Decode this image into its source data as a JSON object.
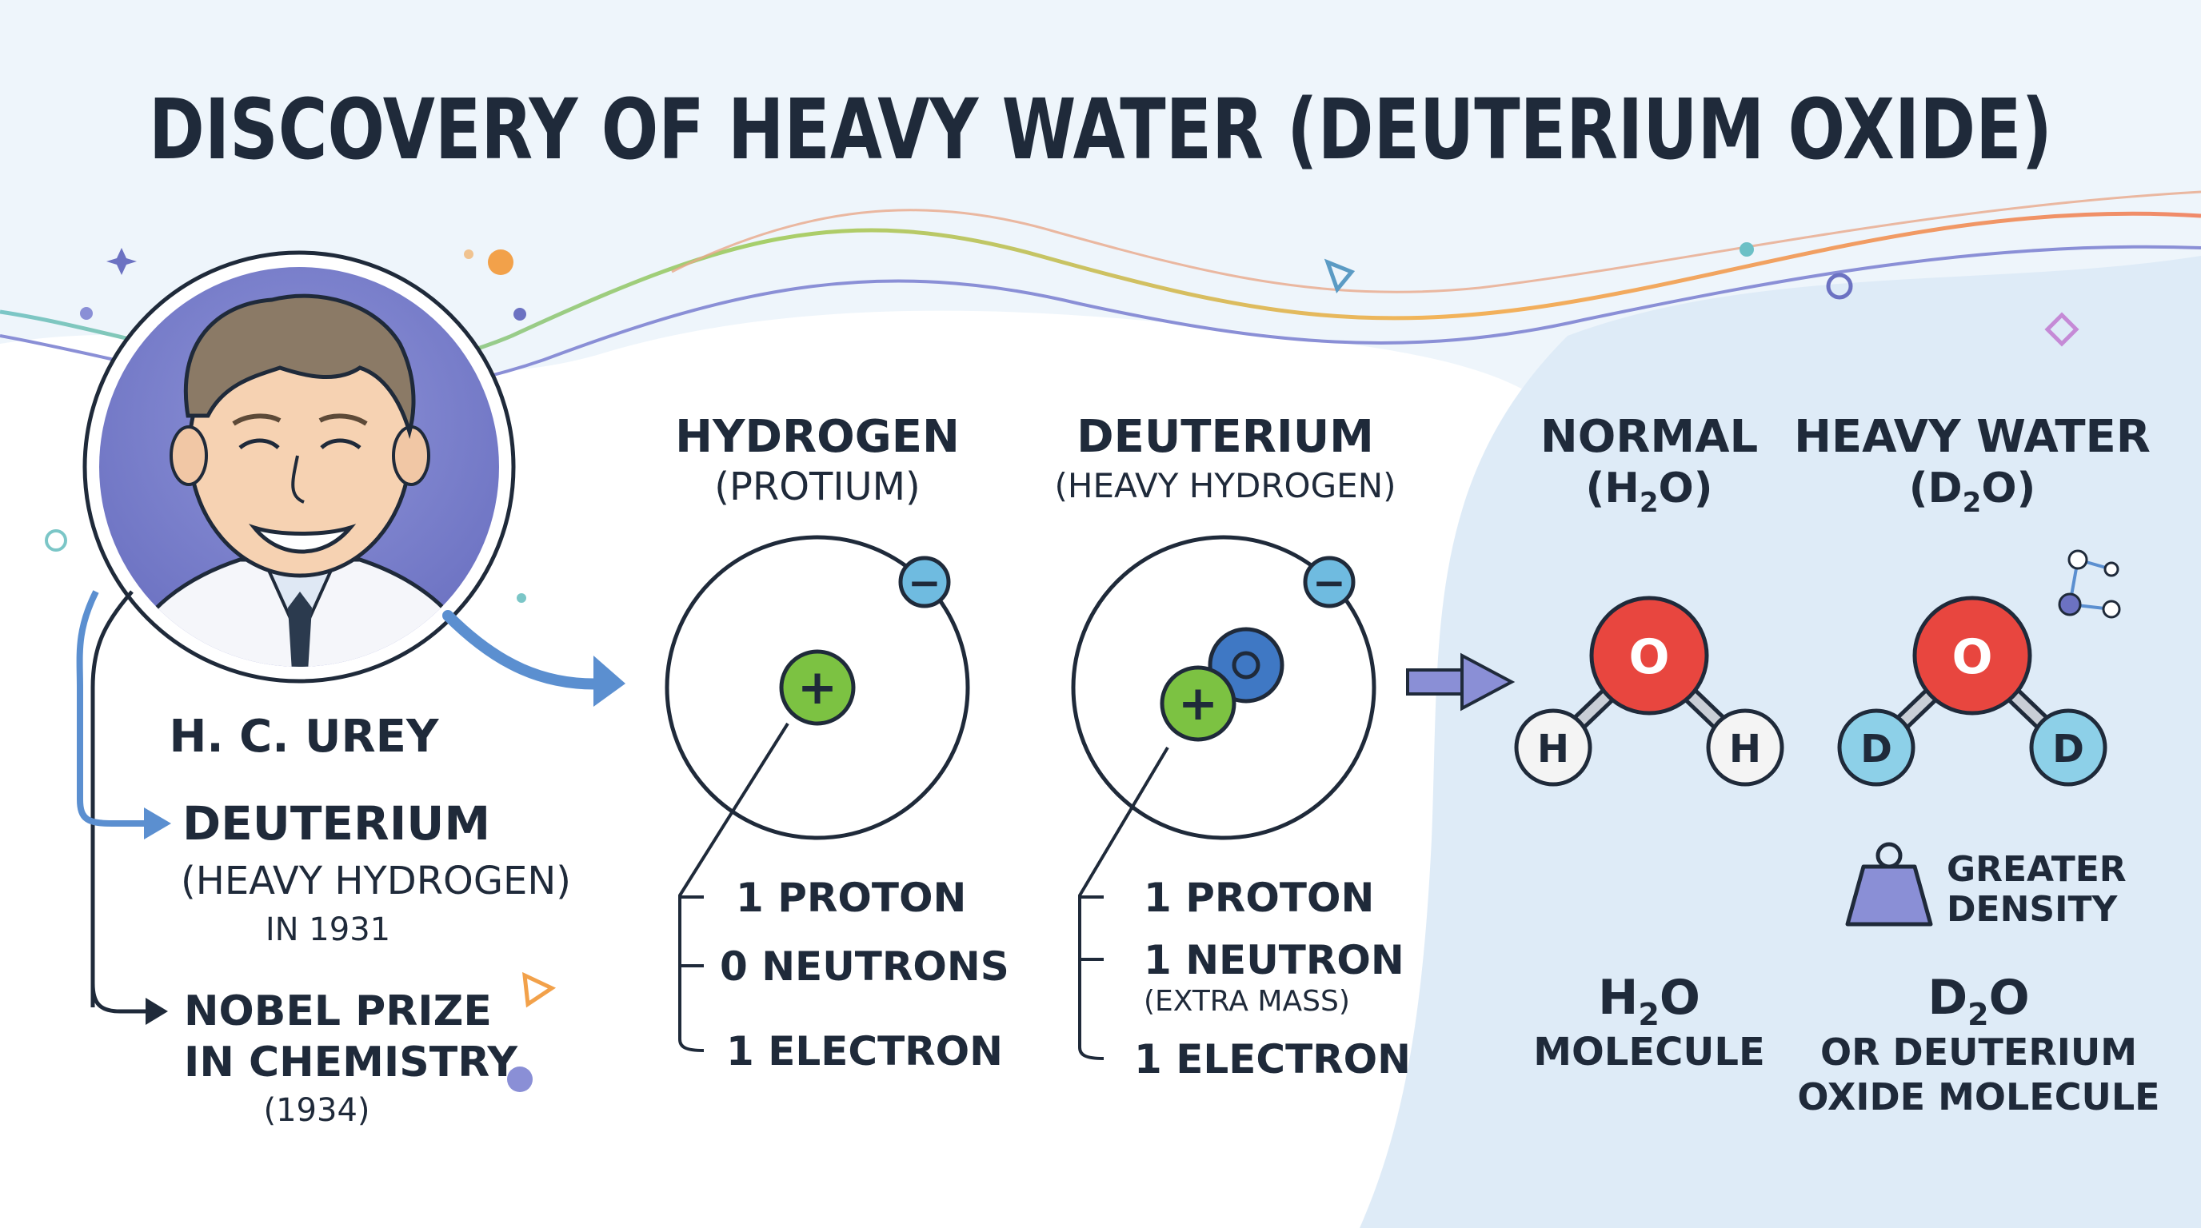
{
  "title": "DISCOVERY OF HEAVY WATER (DEUTERIUM OXIDE)",
  "scientist": {
    "name": "H. C. UREY",
    "discovery_line1": "DEUTERIUM",
    "discovery_line2": "(HEAVY HYDROGEN)",
    "discovery_year": "IN 1931",
    "prize_line1": "NOBEL PRIZE",
    "prize_line2": "IN CHEMISTRY",
    "prize_year": "(1934)"
  },
  "hydrogen": {
    "title": "HYDROGEN",
    "subtitle": "(PROTIUM)",
    "proton_symbol": "+",
    "electron_symbol": "−",
    "labels": [
      "1 PROTON",
      "0 NEUTRONS",
      "1 ELECTRON"
    ]
  },
  "deuterium": {
    "title": "DEUTERIUM",
    "subtitle": "(HEAVY HYDROGEN)",
    "proton_symbol": "+",
    "neutron_symbol": "0",
    "electron_symbol": "−",
    "labels": [
      "1 PROTON",
      "1 NEUTRON",
      "1 ELECTRON"
    ],
    "neutron_note": "(EXTRA MASS)"
  },
  "normal_water": {
    "title": "NORMAL",
    "formula_base": "(H",
    "formula_sub": "2",
    "formula_end": "O)",
    "center_atom": "O",
    "left_atom": "H",
    "right_atom": "H",
    "caption_base": "H",
    "caption_sub": "2",
    "caption_end": "O",
    "caption_line2": "MOLECULE"
  },
  "heavy_water": {
    "title": "HEAVY WATER",
    "formula_base": "(D",
    "formula_sub": "2",
    "formula_end": "O)",
    "center_atom": "O",
    "left_atom": "D",
    "right_atom": "D",
    "density_line1": "GREATER",
    "density_line2": "DENSITY",
    "caption_base": "D",
    "caption_sub": "2",
    "caption_end": "O",
    "caption_line2": "OR DEUTERIUM",
    "caption_line3": "OXIDE MOLECULE"
  },
  "icons": {
    "portrait": "scientist-portrait-icon",
    "weight": "weight-icon",
    "molecule": "molecule-icon",
    "arrow": "arrow-right-icon"
  },
  "colors": {
    "proton": "#7cc242",
    "neutron": "#3f78c4",
    "electron": "#6fbbe0",
    "oxygen": "#e8463f",
    "hydrogen_atom": "#f4f4f4",
    "deuterium_atom": "#8dd0e8",
    "arrow": "#5b8fd0",
    "text": "#1f2a3a"
  }
}
